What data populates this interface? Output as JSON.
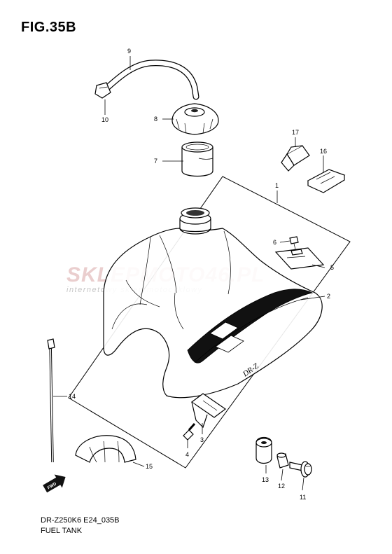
{
  "figure_title": "FIG.35B",
  "diagram_code": "DR-Z250K6 E24_035B",
  "diagram_caption": "FUEL TANK",
  "watermark": {
    "brand": "SKLEPMOTO46.PL",
    "tagline": "internetowy sklep motocyklowy"
  },
  "tank_decal_text": "DR-Z",
  "fwd_arrow_label": "FWD",
  "callouts": [
    "1",
    "2",
    "3",
    "4",
    "5",
    "6",
    "7",
    "8",
    "9",
    "10",
    "11",
    "12",
    "13",
    "14",
    "15",
    "16",
    "17"
  ]
}
